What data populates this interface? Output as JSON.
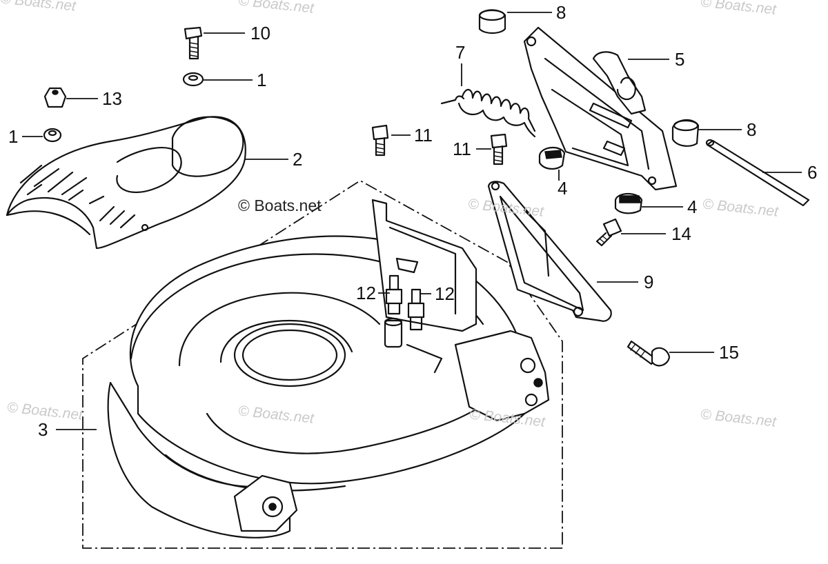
{
  "diagram": {
    "callouts": [
      {
        "id": "c10",
        "label": "10"
      },
      {
        "id": "c1a",
        "label": "1"
      },
      {
        "id": "c13",
        "label": "13"
      },
      {
        "id": "c1b",
        "label": "1"
      },
      {
        "id": "c2",
        "label": "2"
      },
      {
        "id": "c3",
        "label": "3"
      },
      {
        "id": "c7",
        "label": "7"
      },
      {
        "id": "c8a",
        "label": "8"
      },
      {
        "id": "c5",
        "label": "5"
      },
      {
        "id": "c8b",
        "label": "8"
      },
      {
        "id": "c6",
        "label": "6"
      },
      {
        "id": "c11a",
        "label": "11"
      },
      {
        "id": "c11b",
        "label": "11"
      },
      {
        "id": "c4a",
        "label": "4"
      },
      {
        "id": "c4b",
        "label": "4"
      },
      {
        "id": "c14",
        "label": "14"
      },
      {
        "id": "c9",
        "label": "9"
      },
      {
        "id": "c12a",
        "label": "12"
      },
      {
        "id": "c12b",
        "label": "12"
      },
      {
        "id": "c15",
        "label": "15"
      }
    ],
    "watermarks": {
      "text": "© Boats.net",
      "count_light": 9
    }
  }
}
